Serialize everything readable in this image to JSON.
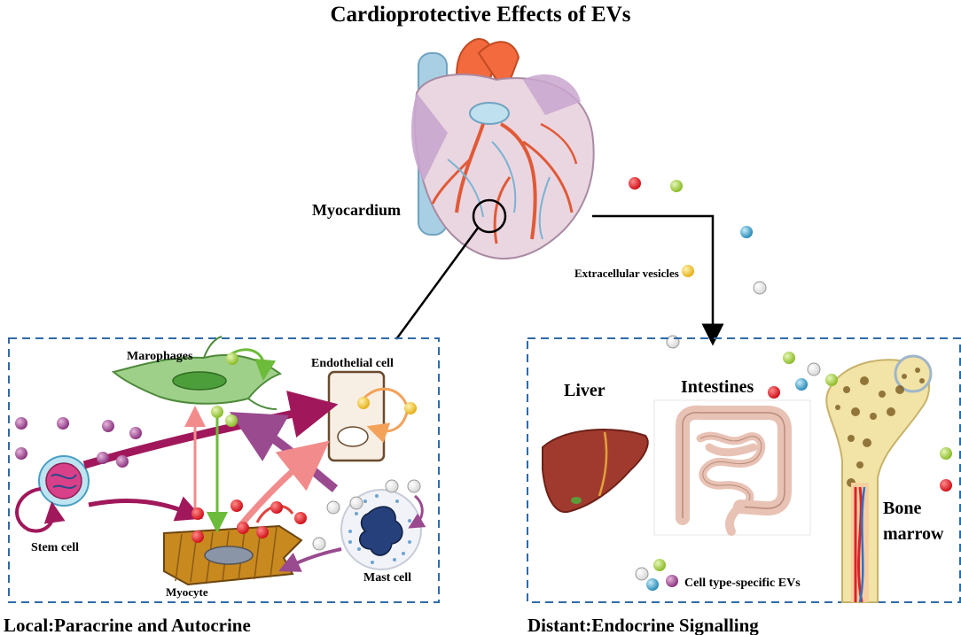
{
  "title": "Cardioprotective Effects of EVs",
  "labels": {
    "myocardium": "Myocardium",
    "extracellular_vesicles": "Extracellular vesicles",
    "marophages": "Marophages",
    "endothelial_cell": "Endothelial cell",
    "stem_cell": "Stem  cell",
    "myocyte": "Myocyte",
    "mast_cell": "Mast cell",
    "liver": "Liver",
    "intestines": "Intestines",
    "bone_line1": "Bone",
    "bone_line2": "marrow",
    "cell_type_specific_evs": "Cell type-specific EVs"
  },
  "captions": {
    "local": "Local:Paracrine and Autocrine",
    "distant": "Distant:Endocrine Signalling"
  },
  "colors": {
    "vesicle_red": "#e01f26",
    "vesicle_green": "#9ccb3b",
    "vesicle_blue": "#3c9fc8",
    "vesicle_yellow": "#f2c62d",
    "vesicle_white": "#ffffff",
    "vesicle_purple": "#9b3f8f",
    "panel_border": "#2f6aa8",
    "arrow_magenta": "#a0185b",
    "arrow_purple": "#9a4a8f",
    "arrow_pink": "#f28c8c",
    "arrow_green": "#6dbb3a",
    "arrow_orange": "#f3a25a"
  }
}
